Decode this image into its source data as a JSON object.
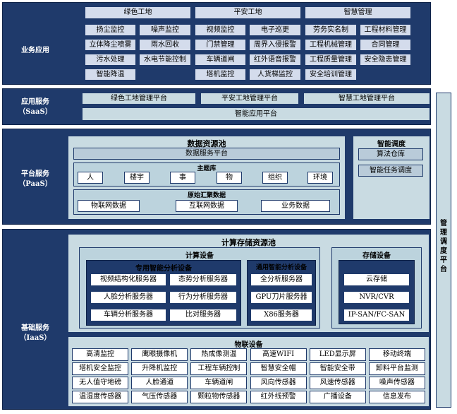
{
  "business": {
    "label": [
      "业务应用"
    ],
    "headers": [
      "绿色工地",
      "平安工地",
      "智慧管理"
    ],
    "green": [
      "扬尘监控",
      "噪声监控",
      "立体降尘喷雾",
      "雨水回收",
      "污水处理",
      "水电节能控制",
      "智能降温"
    ],
    "safe": [
      "视频监控",
      "电子巡更",
      "门禁管理",
      "周界入侵报警",
      "车辆道闸",
      "红外语音报警",
      "塔机监控",
      "人货梯监控"
    ],
    "smart": [
      "劳务实名制",
      "工程材料管理",
      "工程机械管理",
      "合同管理",
      "工程质量管理",
      "安全隐患管理",
      "安全培训管理"
    ]
  },
  "saas": {
    "label": [
      "应用服务",
      "（SaaS）"
    ],
    "platforms": [
      "绿色工地管理平台",
      "平安工地管理平台",
      "智慧工地管理平台"
    ],
    "smart_app": "智能应用平台"
  },
  "paas": {
    "label": [
      "平台服务",
      "（PaaS）"
    ],
    "pool_title": "数据资源池",
    "data_service": "数据服务平台",
    "theme_title": "主题库",
    "themes": [
      "人",
      "楼宇",
      "事",
      "物",
      "组织",
      "环境"
    ],
    "raw_title": "原始汇聚数据",
    "raw": [
      "物联网数据",
      "互联网数据",
      "业务数据"
    ],
    "sched_title": "智能调度",
    "sched": [
      "算法仓库",
      "智能任务调度"
    ]
  },
  "iaas": {
    "label": [
      "基础服务",
      "（IaaS）"
    ],
    "compute_pool": "计算存储资源池",
    "compute_title": "计算设备",
    "dedicated_title": "专用智能分析设备",
    "dedicated": [
      "视频结构化服务器",
      "态势分析服务器",
      "人脸分析服务器",
      "行为分析服务器",
      "车辆分析服务器",
      "比对服务器"
    ],
    "general_title": "通用智能分析设备",
    "general": [
      "全分析服务器",
      "GPU刀片服务器",
      "X86服务器"
    ],
    "storage_title": "存储设备",
    "storage": [
      "云存储",
      "NVR/CVR",
      "IP-SAN/FC-SAN"
    ],
    "iot_title": "物联设备",
    "iot": [
      [
        "高清监控",
        "鹰眼摄像机",
        "热成像测温",
        "高速WIFI",
        "LED显示屏",
        "移动终端"
      ],
      [
        "塔机安全监控",
        "升降机监控",
        "工程车辆控制",
        "智慧安全帽",
        "智能安全带",
        "卸料平台监测"
      ],
      [
        "无人值守地磅",
        "人脸通道",
        "车辆道闸",
        "风向传感器",
        "风速传感器",
        "噪声传感器"
      ],
      [
        "温湿度传感器",
        "气压传感器",
        "颗粒物传感器",
        "红外线预警",
        "广播设备",
        "信息发布"
      ]
    ]
  },
  "mgmt": [
    "管",
    "理",
    "调",
    "度",
    "平",
    "台"
  ]
}
